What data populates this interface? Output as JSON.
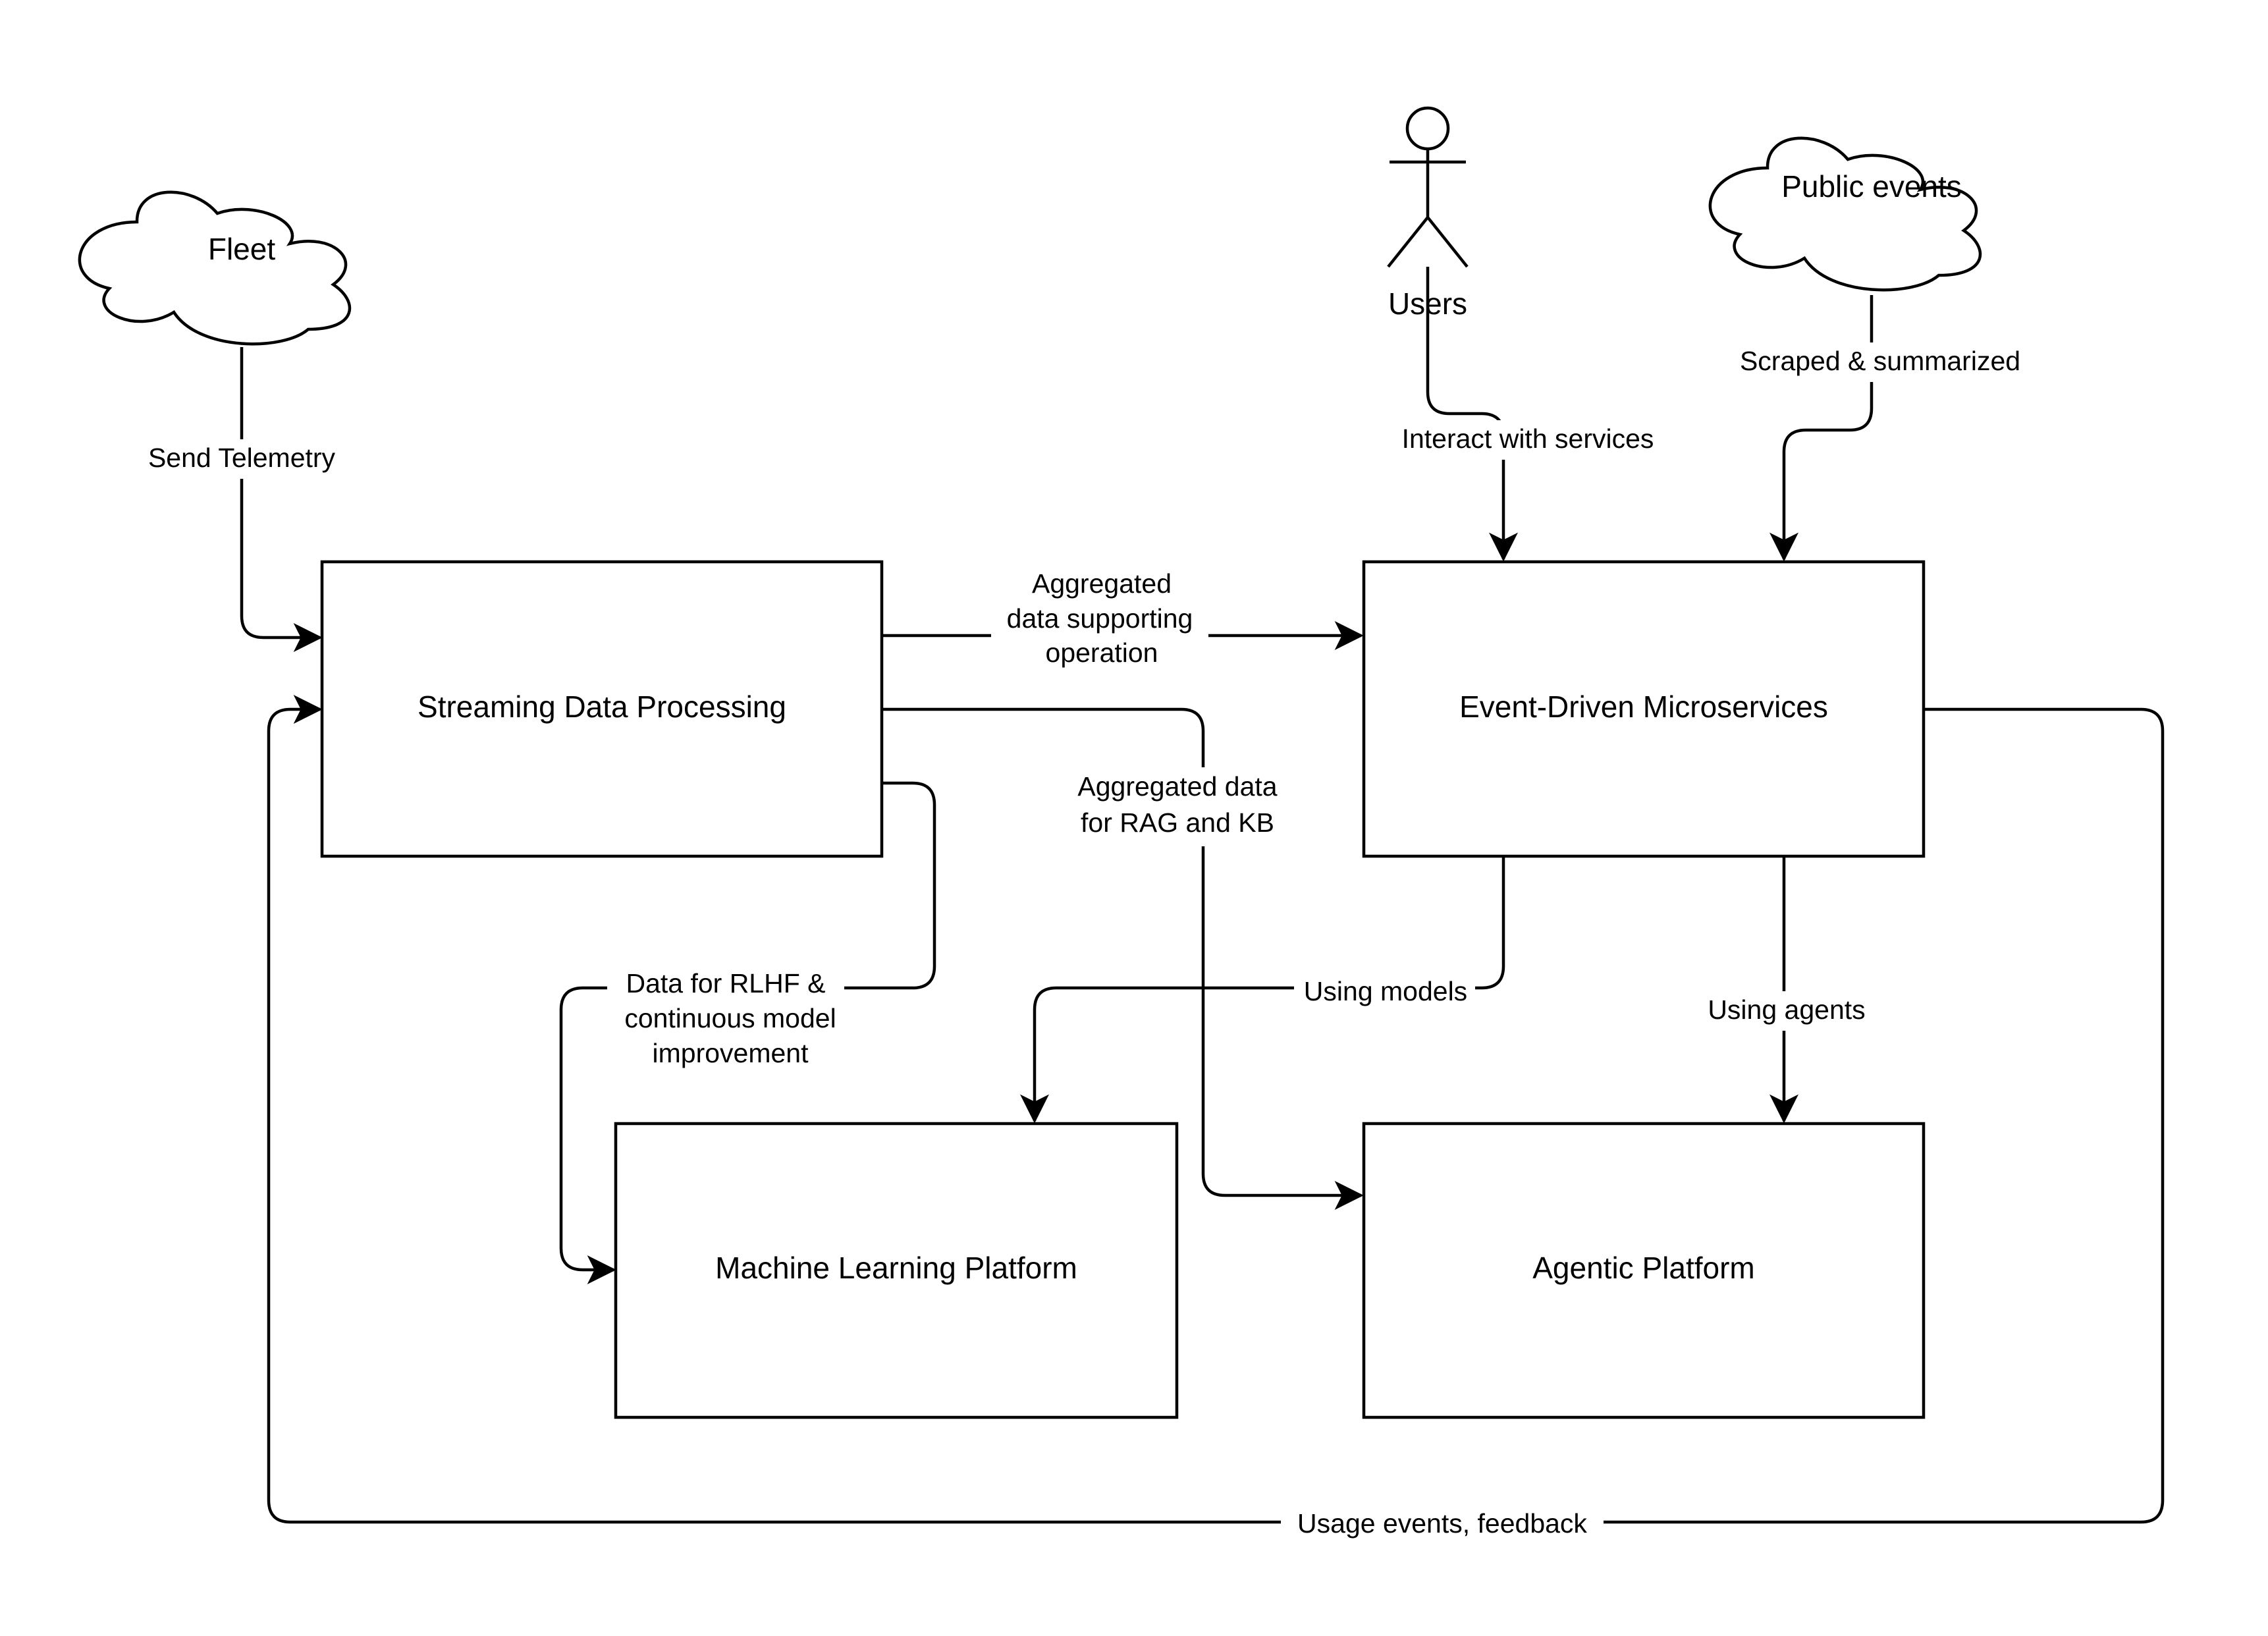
{
  "nodes": {
    "fleet": "Fleet",
    "users": "Users",
    "public_events": "Public events",
    "streaming": "Streaming Data Processing",
    "microservices": "Event-Driven Microservices",
    "ml_platform": "Machine Learning Platform",
    "agentic_platform": "Agentic Platform"
  },
  "edges": {
    "send_telemetry": "Send Telemetry",
    "interact": "Interact with services",
    "scraped": "Scraped & summarized",
    "aggregated_op": [
      "Aggregated",
      "data supporting",
      "operation"
    ],
    "aggregated_rag": [
      "Aggregated data",
      "for RAG and KB"
    ],
    "rlhf": [
      "Data for RLHF &",
      "continuous model",
      "improvement"
    ],
    "using_models": "Using models",
    "using_agents": "Using agents",
    "usage_events": "Usage events, feedback"
  },
  "colors": {
    "stroke": "#000000",
    "background": "#ffffff"
  }
}
